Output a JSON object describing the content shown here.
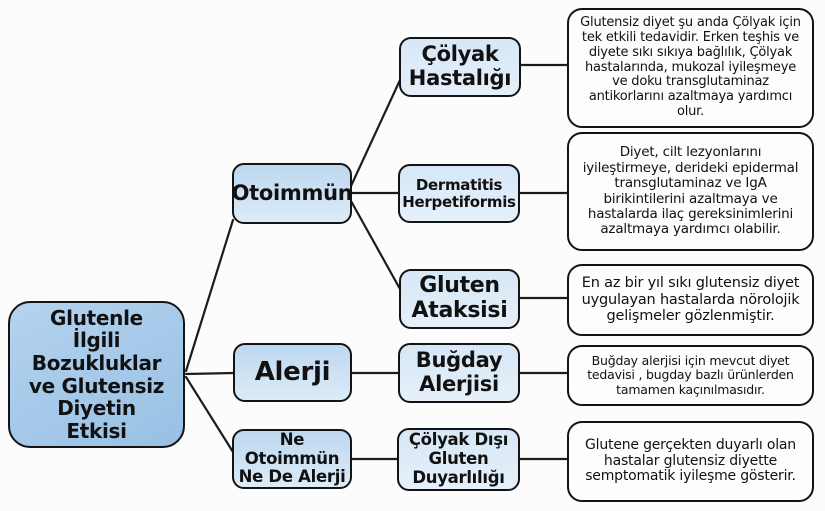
{
  "map": {
    "root": {
      "label": "Glutenle\nİlgili\nBozukluklar\nve Glutensiz\nDiyetin\nEtkisi"
    },
    "categories": [
      {
        "label": "Otoimmün",
        "children": [
          {
            "label": "Çölyak\nHastalığı",
            "description": "Glutensiz diyet şu anda Çölyak için tek etkili tedavidir. Erken teşhis ve diyete sıkı sıkıya bağlılık, Çölyak hastalarında, mukozal iyileşmeye ve doku transglutaminaz antikorlarını azaltmaya yardımcı olur."
          },
          {
            "label": "Dermatitis\nHerpetiformis",
            "description": "Diyet, cilt lezyonlarını iyileştirmeye, derideki epidermal transglutaminaz ve IgA birikintilerini azaltmaya ve hastalarda ilaç gereksinimlerini azaltmaya yardımcı olabilir."
          },
          {
            "label": "Gluten\nAtaksisi",
            "description": "En az bir yıl sıkı glutensiz diyet uygulayan hastalarda nörolojik gelişmeler gözlenmiştir."
          }
        ]
      },
      {
        "label": "Alerji",
        "children": [
          {
            "label": "Buğday\nAlerjisi",
            "description": "Buğday alerjisi için mevcut diyet tedavisi , bugday bazlı ürünlerden tamamen kaçınılmasıdır."
          }
        ]
      },
      {
        "label": "Ne\nOtoimmün\nNe De Alerji",
        "children": [
          {
            "label": "Çölyak Dışı\nGluten\nDuyarlılığı",
            "description": "Glutene gerçekten duyarlı olan hastalar glutensiz diyette semptomatik iyileşme gösterir."
          }
        ]
      }
    ],
    "colors": {
      "root_fill_top": "#b4d3ef",
      "root_fill_bottom": "#98c0e4",
      "category_fill_top": "#bdd8f0",
      "category_fill_bottom": "#dcebf7",
      "leaf_fill_top": "#d7e7f6",
      "leaf_fill_bottom": "#e5f0fa",
      "description_fill": "#fdfdfd",
      "border": "#141414",
      "connector": "#1c1c1c",
      "background": "#fcfcfc"
    }
  }
}
